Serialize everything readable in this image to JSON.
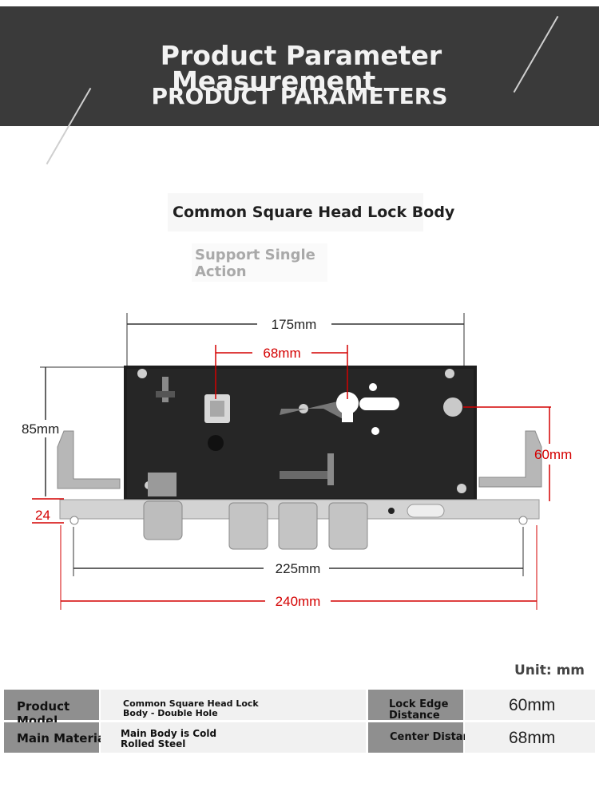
{
  "banner": {
    "title_line1": "Product Parameter",
    "title_line2": "Measurement",
    "subtitle": "PRODUCT PARAMETERS"
  },
  "heading": "Common Square Head Lock Body",
  "subheading": "Support Single Action",
  "dimensions": {
    "width_175": "175mm",
    "spacing_68": "68mm",
    "height_85": "85mm",
    "edge_60": "60mm",
    "plate_24": "24",
    "holes_225": "225mm",
    "total_240": "240mm"
  },
  "unit": "Unit: mm",
  "table": {
    "product_model_label": "Product Model",
    "product_model_value": "Common Square Head Lock Body - Double Hole",
    "lock_edge_label": "Lock Edge Distance",
    "lock_edge_value": "60mm",
    "main_material_label": "Main Material",
    "main_material_value": "Main Body is Cold Rolled Steel",
    "center_distance_label": "Center Distance",
    "center_distance_value": "68mm"
  },
  "colors": {
    "banner": "#3a3a3a",
    "dimension_red": "#d40000",
    "label_cell": "#8f8f8f"
  }
}
